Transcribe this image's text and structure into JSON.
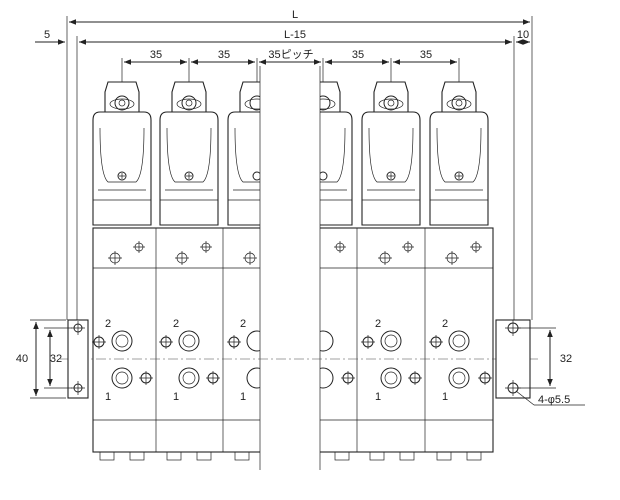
{
  "dimensions": {
    "overall": "L",
    "inner": "L-15",
    "left_offset": "5",
    "right_offset": "10",
    "pitch": "35",
    "pitch_label": "35ピッチ",
    "bracket_height": "40",
    "bracket_hole_spacing_left": "32",
    "bracket_hole_spacing_right": "32",
    "mount_holes": "4-φ5.5"
  },
  "ports": {
    "upper": "2",
    "lower": "1"
  },
  "colors": {
    "stroke": "#222222",
    "background": "#ffffff"
  }
}
